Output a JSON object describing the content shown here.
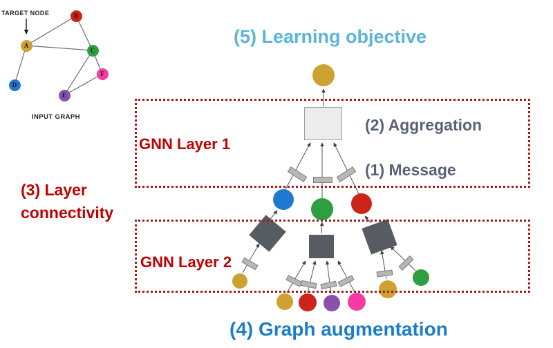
{
  "palette": {
    "gold": "#CDA232",
    "red": "#CC2418",
    "green": "#2E9E41",
    "blue": "#1F78D2",
    "purple": "#8B4FAD",
    "pink": "#F83AA2",
    "dark_square": "#575C63",
    "light_square": "#ECECEC",
    "message_rect": "#B7B7B7",
    "dotted_border": "#AA1515",
    "heading_lightblue": "#5AB5D8",
    "heading_blue": "#1D7DC5",
    "heading_red": "#C00000",
    "gray_text": "#596275"
  },
  "input_graph": {
    "target_label": "TARGET NODE",
    "caption": "INPUT GRAPH",
    "nodes": [
      {
        "id": "A",
        "label": "A",
        "color": "gold"
      },
      {
        "id": "B",
        "label": "B",
        "color": "red"
      },
      {
        "id": "C",
        "label": "C",
        "color": "green"
      },
      {
        "id": "D",
        "label": "D",
        "color": "blue"
      },
      {
        "id": "E",
        "label": "E",
        "color": "purple"
      },
      {
        "id": "F",
        "label": "F",
        "color": "pink"
      }
    ],
    "edges": [
      "A-B",
      "A-C",
      "A-D",
      "B-C",
      "C-E",
      "C-F",
      "E-F"
    ]
  },
  "computation_graph": {
    "layer1_label": "GNN Layer 1",
    "layer2_label": "GNN Layer 2"
  },
  "annotations": {
    "learning_objective": "(5) Learning objective",
    "aggregation": "(2) Aggregation",
    "message": "(1) Message",
    "layer_connectivity": "(3) Layer\nconnectivity",
    "graph_augmentation": "(4) Graph augmentation"
  }
}
